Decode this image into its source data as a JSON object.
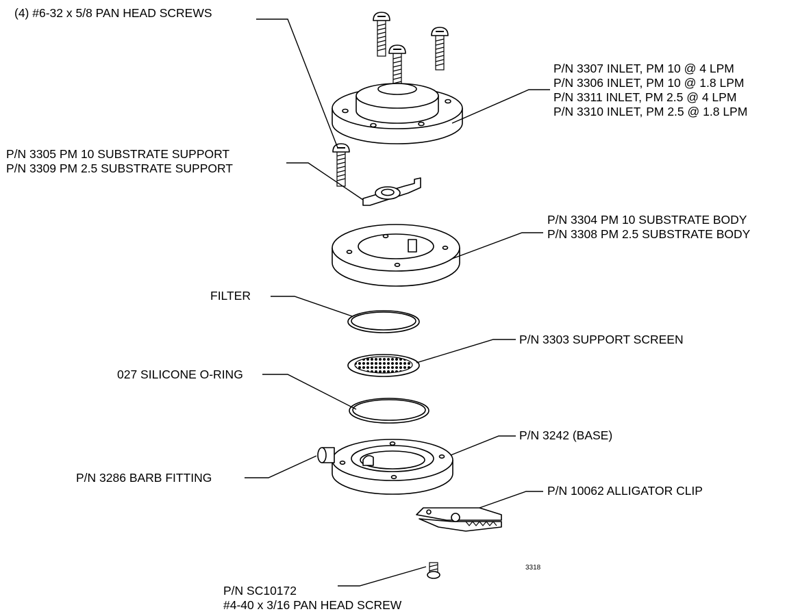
{
  "labels": {
    "screws": "(4) #6-32 x 5/8 PAN HEAD SCREWS",
    "inlet": [
      "P/N 3307 INLET, PM 10 @ 4 LPM",
      "P/N 3306 INLET, PM 10 @ 1.8 LPM",
      "P/N 3311 INLET, PM 2.5 @ 4 LPM",
      "P/N 3310 INLET, PM 2.5 @ 1.8 LPM"
    ],
    "substrate_support": [
      "P/N 3305 PM 10 SUBSTRATE SUPPORT",
      "P/N 3309 PM 2.5 SUBSTRATE SUPPORT"
    ],
    "substrate_body": [
      "P/N 3304 PM 10 SUBSTRATE BODY",
      "P/N 3308 PM 2.5 SUBSTRATE BODY"
    ],
    "filter": "FILTER",
    "support_screen": "P/N 3303 SUPPORT SCREEN",
    "o_ring": "027 SILICONE O-RING",
    "base": "P/N 3242 (BASE)",
    "barb_fitting": "P/N 3286 BARB FITTING",
    "alligator_clip": "P/N 10062 ALLIGATOR CLIP",
    "small_screw": [
      "P/N SC10172",
      "#4-40 x 3/16 PAN HEAD SCREW"
    ],
    "drawing_number": "3318"
  }
}
